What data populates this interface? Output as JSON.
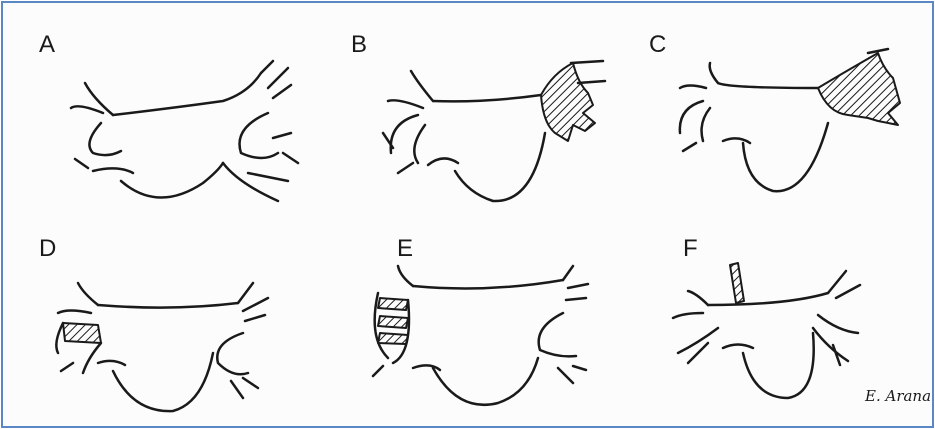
{
  "figure": {
    "border_color": "#5b87c5",
    "ink_color": "#1a1a1a",
    "panels": [
      {
        "label": "A"
      },
      {
        "label": "B"
      },
      {
        "label": "C"
      },
      {
        "label": "D"
      },
      {
        "label": "E"
      },
      {
        "label": "F"
      }
    ],
    "signature": "E. Arana"
  }
}
